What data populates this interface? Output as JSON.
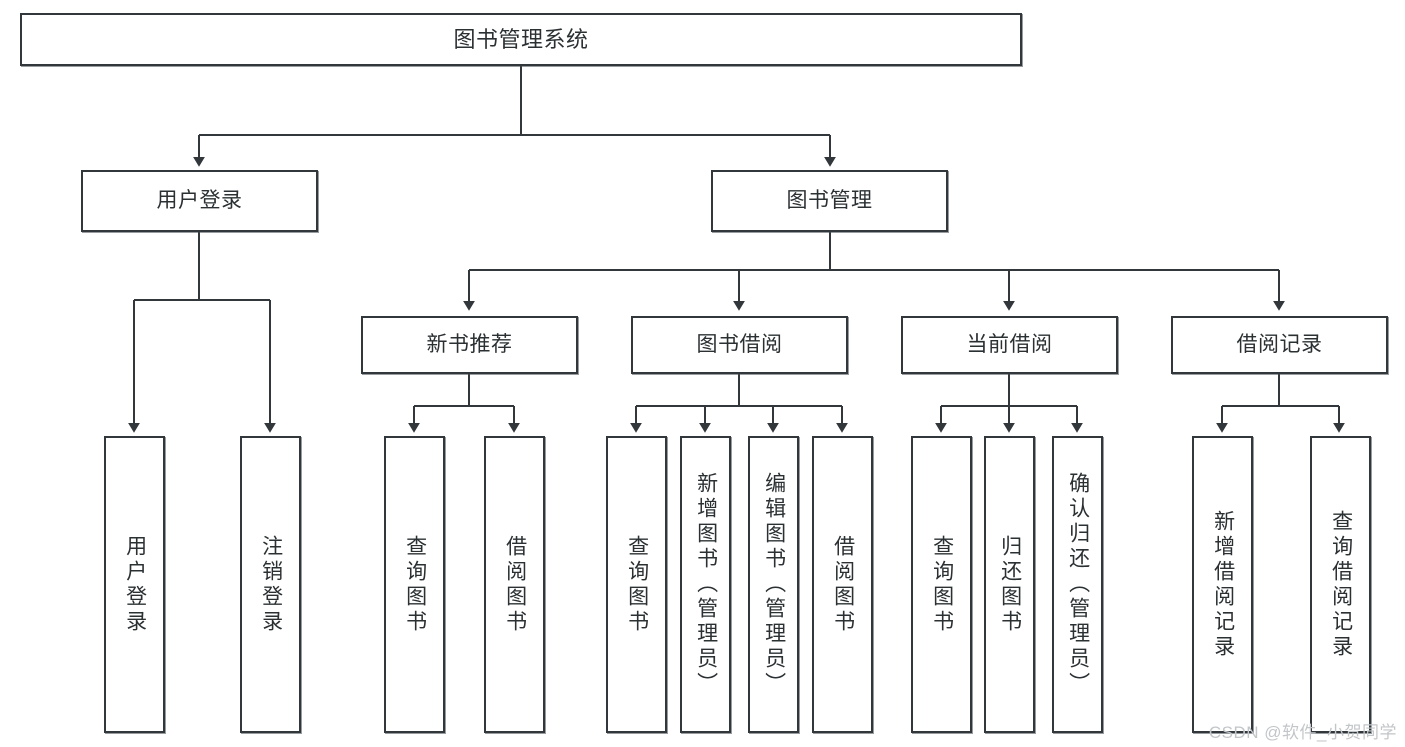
{
  "diagram": {
    "title": "图书管理系统",
    "type": "tree-hierarchy",
    "watermark": "CSDN @软件_小贺同学",
    "root": {
      "label": "图书管理系统"
    },
    "level2": [
      {
        "label": "用户登录"
      },
      {
        "label": "图书管理"
      }
    ],
    "level3": [
      {
        "label": "新书推荐"
      },
      {
        "label": "图书借阅"
      },
      {
        "label": "当前借阅"
      },
      {
        "label": "借阅记录"
      }
    ],
    "leaves": {
      "user_login": [
        {
          "label": "用户登录"
        },
        {
          "label": "注销登录"
        }
      ],
      "new_book_recommend": [
        {
          "label": "查询图书"
        },
        {
          "label": "借阅图书"
        }
      ],
      "book_borrow": [
        {
          "label": "查询图书"
        },
        {
          "label": "新增图书（管理员）"
        },
        {
          "label": "编辑图书（管理员）"
        },
        {
          "label": "借阅图书"
        }
      ],
      "current_borrow": [
        {
          "label": "查询图书"
        },
        {
          "label": "归还图书"
        },
        {
          "label": "确认归还（管理员）"
        }
      ],
      "borrow_record": [
        {
          "label": "新增借阅记录"
        },
        {
          "label": "查询借阅记录"
        }
      ]
    },
    "colors": {
      "stroke": "#32373b",
      "text": "#2b3033",
      "background": "#ffffff",
      "watermark": "#c3c6c9"
    }
  }
}
